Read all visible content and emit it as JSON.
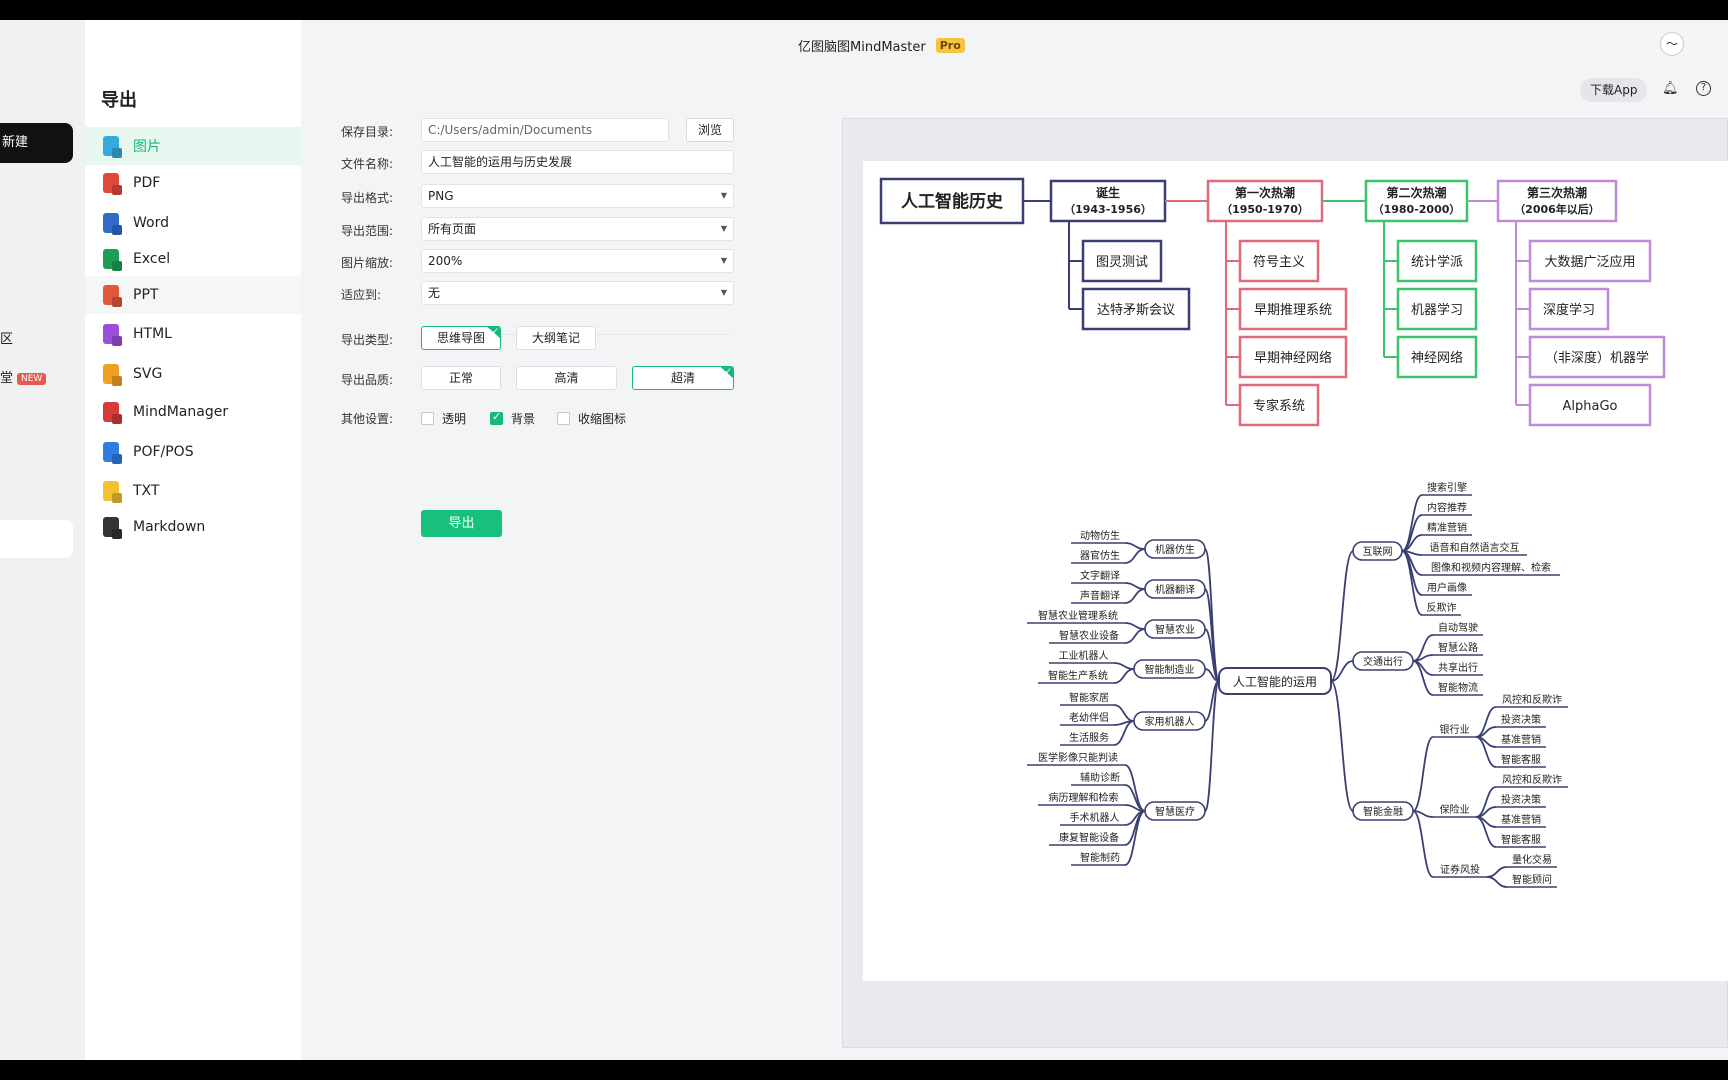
{
  "app": {
    "title": "亿图脑图MindMaster",
    "badge": "Pro",
    "download_app": "下载App",
    "accent": "#17b978"
  },
  "left_strip": {
    "new_label": "新建",
    "item_qu": "区",
    "item_tang": "堂",
    "new_badge": "NEW"
  },
  "format_panel": {
    "title": "导出",
    "items": [
      {
        "label": "图片",
        "icon": "image-icon",
        "color": "#3aa8e0"
      },
      {
        "label": "PDF",
        "icon": "pdf-icon",
        "color": "#e0483a"
      },
      {
        "label": "Word",
        "icon": "word-icon",
        "color": "#2f6cc8"
      },
      {
        "label": "Excel",
        "icon": "excel-icon",
        "color": "#1e9e52"
      },
      {
        "label": "PPT",
        "icon": "ppt-icon",
        "color": "#e0583a"
      },
      {
        "label": "HTML",
        "icon": "html-icon",
        "color": "#9b4fd8"
      },
      {
        "label": "SVG",
        "icon": "svg-icon",
        "color": "#f0a020"
      },
      {
        "label": "MindManager",
        "icon": "mindmanager-icon",
        "color": "#d83a3a"
      },
      {
        "label": "POF/POS",
        "icon": "pof-icon",
        "color": "#2f7de0"
      },
      {
        "label": "TXT",
        "icon": "txt-icon",
        "color": "#f2c230"
      },
      {
        "label": "Markdown",
        "icon": "markdown-icon",
        "color": "#333333"
      }
    ]
  },
  "form": {
    "save_dir_label": "保存目录:",
    "save_dir_value": "C:/Users/admin/Documents",
    "browse": "浏览",
    "file_name_label": "文件名称:",
    "file_name_value": "人工智能的运用与历史发展",
    "format_label": "导出格式:",
    "format_value": "PNG",
    "range_label": "导出范围:",
    "range_value": "所有页面",
    "scale_label": "图片缩放:",
    "scale_value": "200%",
    "fit_label": "适应到:",
    "fit_value": "无",
    "type_label": "导出类型:",
    "type_mindmap": "思维导图",
    "type_outline": "大纲笔记",
    "quality_label": "导出品质:",
    "quality_normal": "正常",
    "quality_hd": "高清",
    "quality_uhd": "超清",
    "other_label": "其他设置:",
    "opt_transparent": "透明",
    "opt_background": "背景",
    "opt_collapse": "收缩图标",
    "export_button": "导出"
  },
  "preview": {
    "history": {
      "root": "人工智能历史",
      "eras": [
        {
          "title": "诞生",
          "years": "（1943-1956）",
          "color": "#3a3f72",
          "items": [
            "图灵测试",
            "达特矛斯会议"
          ]
        },
        {
          "title": "第一次热潮",
          "years": "（1950-1970）",
          "color": "#e06b78",
          "items": [
            "符号主义",
            "早期推理系统",
            "早期神经网络",
            "专家系统"
          ]
        },
        {
          "title": "第二次热潮",
          "years": "（1980-2000）",
          "color": "#3cc36e",
          "items": [
            "统计学派",
            "机器学习",
            "神经网络"
          ]
        },
        {
          "title": "第三次热潮",
          "years": "（2006年以后）",
          "color": "#c08ad8",
          "items": [
            "大数据广泛应用",
            "深度学习",
            "（非深度）机器学",
            "AlphaGo"
          ]
        }
      ]
    },
    "application": {
      "center": "人工智能的运用",
      "left": [
        {
          "label": "机器仿生",
          "leaves": [
            "动物仿生",
            "器官仿生"
          ]
        },
        {
          "label": "机器翻译",
          "leaves": [
            "文字翻译",
            "声音翻译"
          ]
        },
        {
          "label": "智慧农业",
          "leaves": [
            "智慧农业管理系统",
            "智慧农业设备"
          ]
        },
        {
          "label": "智能制造业",
          "leaves": [
            "工业机器人",
            "智能生产系统"
          ]
        },
        {
          "label": "家用机器人",
          "leaves": [
            "智能家居",
            "老幼伴侣",
            "生活服务"
          ]
        },
        {
          "label": "智慧医疗",
          "leaves": [
            "医学影像只能判读",
            "辅助诊断",
            "病历理解和检索",
            "手术机器人",
            "康复智能设备",
            "智能制药"
          ]
        }
      ],
      "right": [
        {
          "label": "互联网",
          "leaves": [
            "搜索引擎",
            "内容推荐",
            "精准营销",
            "语音和自然语言交互",
            "图像和视频内容理解、检索",
            "用户画像",
            "反欺诈"
          ]
        },
        {
          "label": "交通出行",
          "leaves": [
            "自动驾驶",
            "智慧公路",
            "共享出行",
            "智能物流"
          ]
        },
        {
          "label": "智能金融",
          "groups": [
            {
              "label": "银行业",
              "leaves": [
                "风控和反欺诈",
                "投资决策",
                "基准营销",
                "智能客服"
              ]
            },
            {
              "label": "保险业",
              "leaves": [
                "风控和反欺诈",
                "投资决策",
                "基准营销",
                "智能客服"
              ]
            },
            {
              "label": "证券风投",
              "leaves": [
                "量化交易",
                "智能顾问"
              ]
            }
          ]
        }
      ],
      "line_color": "#3a3f72"
    }
  }
}
